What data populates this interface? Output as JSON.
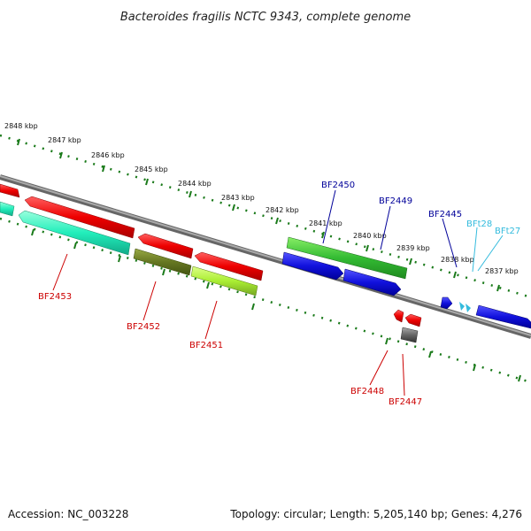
{
  "title": "Bacteroides fragilis NCTC 9343, complete genome",
  "footer": {
    "accession": "Accession: NC_003228",
    "summary": "Topology: circular; Length: 5,205,140 bp; Genes: 4,276"
  },
  "ticks": [
    {
      "label": "2848 kbp"
    },
    {
      "label": "2847 kbp"
    },
    {
      "label": "2846 kbp"
    },
    {
      "label": "2845 kbp"
    },
    {
      "label": "2844 kbp"
    },
    {
      "label": "2843 kbp"
    },
    {
      "label": "2842 kbp"
    },
    {
      "label": "2841 kbp"
    },
    {
      "label": "2840 kbp"
    },
    {
      "label": "2839 kbp"
    },
    {
      "label": "2838 kbp"
    },
    {
      "label": "2837 kbp"
    }
  ],
  "genes": [
    {
      "label": "BF2453",
      "color": "#cc0000"
    },
    {
      "label": "BF2452",
      "color": "#cc0000"
    },
    {
      "label": "BF2451",
      "color": "#cc0000"
    },
    {
      "label": "BF2450",
      "color": "#000099"
    },
    {
      "label": "BF2449",
      "color": "#000099"
    },
    {
      "label": "BF2445",
      "color": "#000099"
    },
    {
      "label": "BFt28",
      "color": "#33bbdd"
    },
    {
      "label": "BFt27",
      "color": "#33bbdd"
    },
    {
      "label": "BF2448",
      "color": "#cc0000"
    },
    {
      "label": "BF2447",
      "color": "#cc0000"
    }
  ],
  "colors": {
    "backbone": "#808080",
    "tick": "#1a7a1a",
    "red": "#ee1111",
    "blue": "#1111dd",
    "green": "#33bb33",
    "teal": "#22eebb",
    "olive": "#667722",
    "lime": "#aaee33",
    "gray": "#666666",
    "cyan": "#33bbdd"
  }
}
